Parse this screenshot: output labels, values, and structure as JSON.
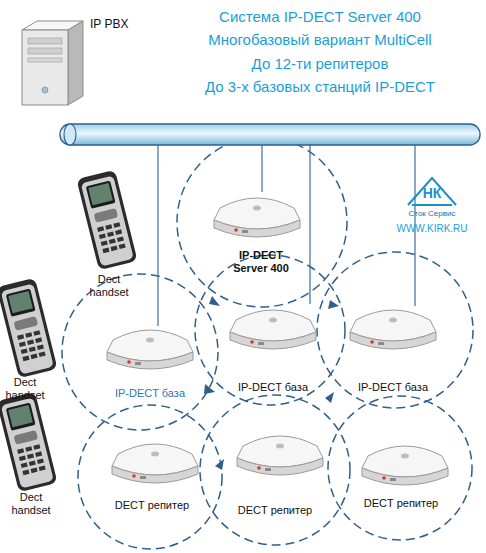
{
  "diagram": {
    "title": "Система IP-DECT Server 400",
    "nodes": [
      {
        "text": [
          "IP PBX"
        ]
      },
      {
        "text": [
          "Dect handset"
        ]
      },
      {
        "text": [
          "IP-DECT Server 400"
        ]
      },
      {
        "text": [
          "Dect handset"
        ]
      },
      {
        "text": [
          "IP-DECT база"
        ]
      },
      {
        "text": [
          "IP-DECT база"
        ]
      },
      {
        "text": [
          "IP-DECT база"
        ]
      },
      {
        "text": [
          "Dect handset"
        ]
      },
      {
        "text": [
          "DECT репитер"
        ]
      },
      {
        "text": [
          "DECT репитер"
        ]
      },
      {
        "text": [
          "DECT репитер"
        ]
      }
    ],
    "labels": [
      "Многобазовый вариант MultiCell",
      "До 12-ти репитеров",
      "До 3-х базовых станций IP-DECT",
      "НК",
      "Сток Сервис",
      "WWW.KIRK.RU"
    ]
  }
}
